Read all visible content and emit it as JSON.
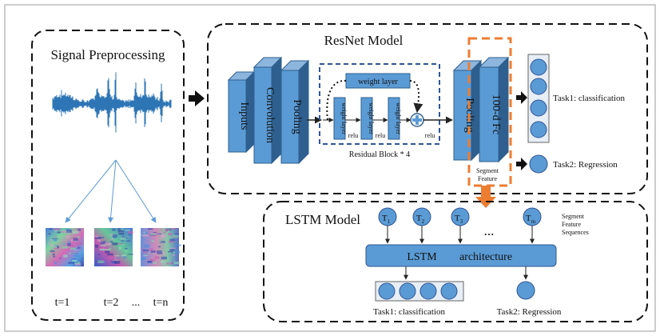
{
  "panels": {
    "signal": {
      "title": "Signal Preprocessing",
      "time_labels": [
        "t=1",
        "t=2",
        "t=n"
      ],
      "ellipsis": "..."
    },
    "resnet": {
      "title": "ResNet Model",
      "blocks": {
        "inputs": "Inputs",
        "convolution": "Convolution",
        "pooling1": "Pooling",
        "pooling2": "Pooling",
        "fc": "100-d Fc"
      },
      "residual": {
        "weight_layer_top": "weight layer",
        "weight_layer": "weight layer",
        "relu": "relu",
        "caption": "Residual Block * 4"
      },
      "segment_feature": [
        "Segment",
        "Feature"
      ],
      "task1": "Task1:  classification",
      "task2": "Task2:  Regression"
    },
    "lstm": {
      "title": "LSTM Model",
      "architecture_left": "LSTM",
      "architecture_right": "architecture",
      "nodes": [
        {
          "base": "T",
          "sub": "1"
        },
        {
          "base": "T",
          "sub": "2"
        },
        {
          "base": "T",
          "sub": "3"
        },
        {
          "base": "T",
          "sub": "m"
        }
      ],
      "ellipsis": "...",
      "sequence_label": [
        "Segment",
        "Feature",
        "Sequences"
      ],
      "task1": "Task1:  classification",
      "task2": "Task2:  Regression"
    }
  },
  "colors": {
    "block_front": "#5b9bd5",
    "block_side": "#2e5f8e",
    "block_top": "#8db6de",
    "residual_border": "#2f5597",
    "highlight": "#ed7d31",
    "node_fill": "#5b9bd5",
    "node_stroke": "#2f5597",
    "waveform": "#2e75b6"
  }
}
